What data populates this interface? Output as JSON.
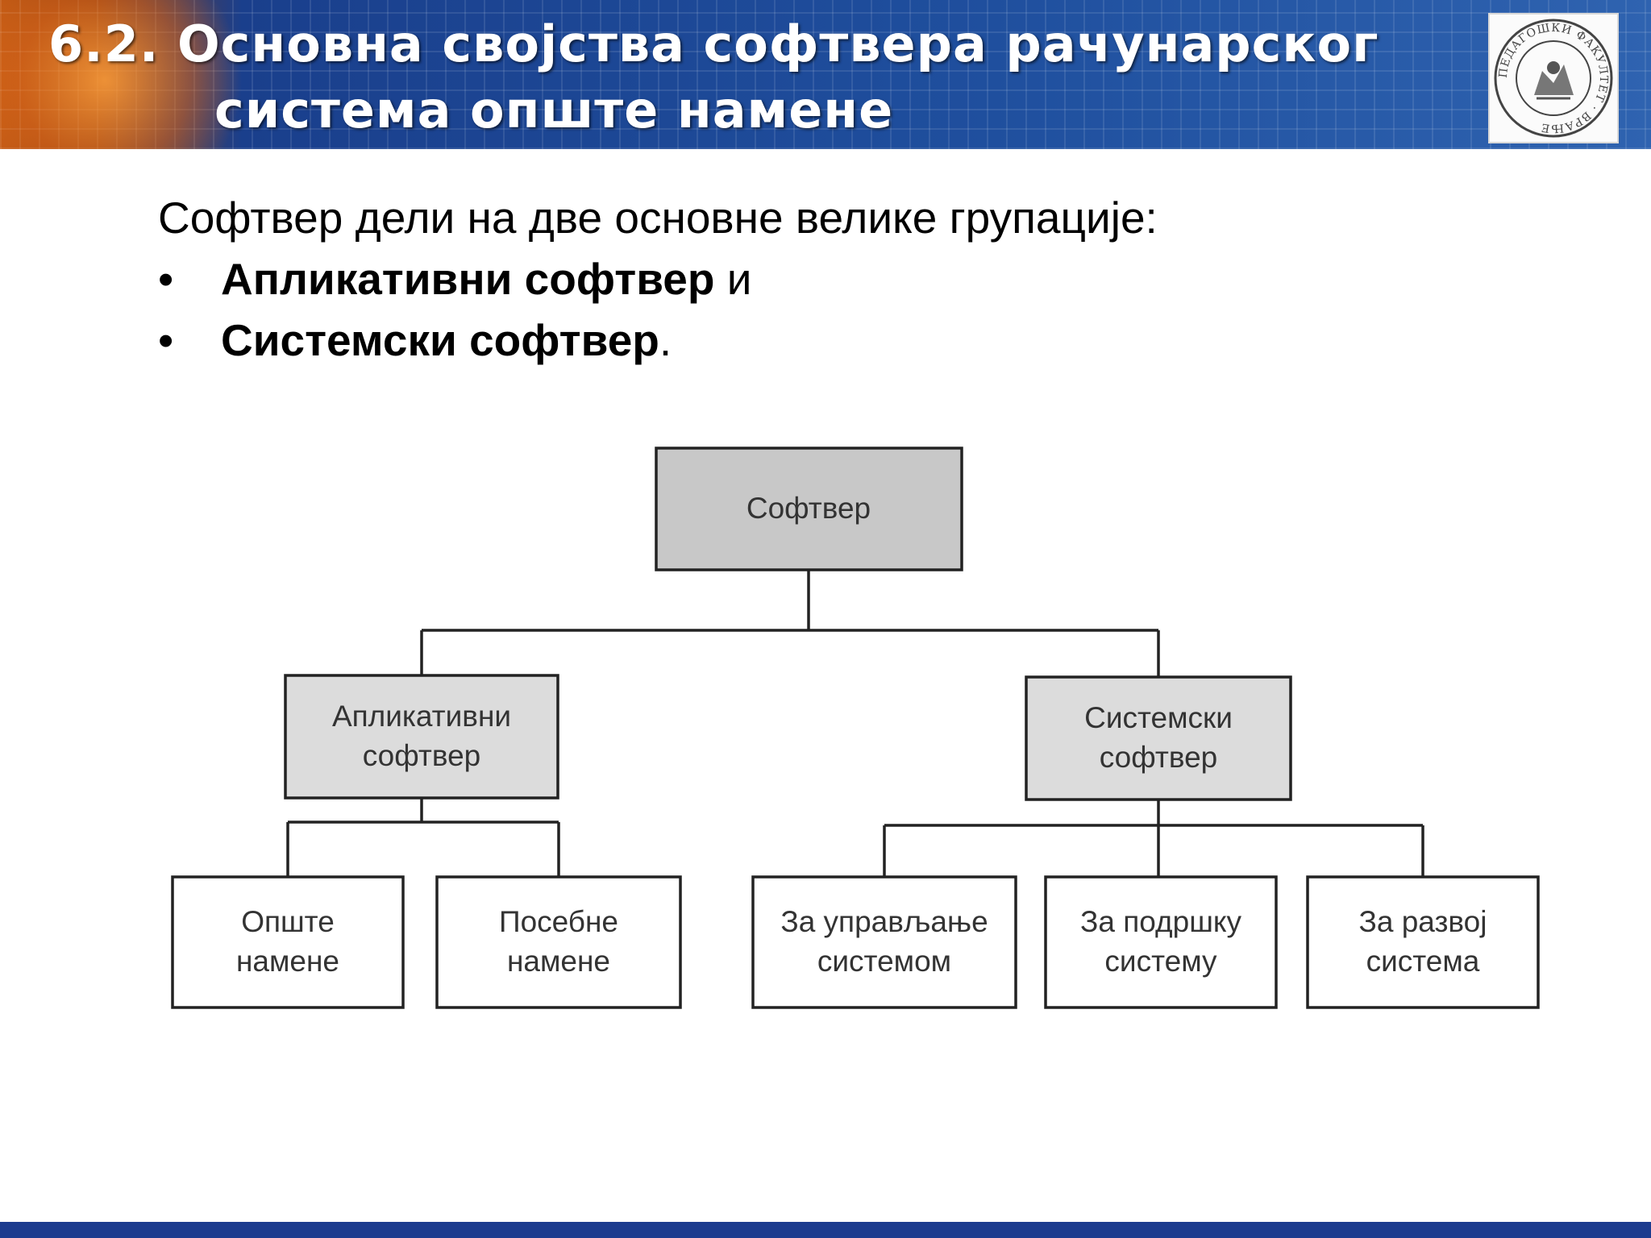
{
  "header": {
    "title_line1": "6.2. Основна својства софтвера рачунарског",
    "title_line2": "система опште намене",
    "seal": {
      "text": "ПЕДАГОШКИ ФАКУЛТЕТ · ВРАЊЕ"
    }
  },
  "intro": {
    "text": "Софтвер дели на две основне велике групације:",
    "bullets": [
      {
        "symbol": "•",
        "bold": "Апликативни софтвер",
        "rest": " и"
      },
      {
        "symbol": "•",
        "bold": "Системски софтвер",
        "rest": "."
      }
    ]
  },
  "diagram": {
    "root": {
      "line1": "Софтвер",
      "line2": ""
    },
    "app": {
      "line1": "Апликативни",
      "line2": "софтвер"
    },
    "sys": {
      "line1": "Системски",
      "line2": "софтвер"
    },
    "leaves": [
      {
        "line1": "Опште",
        "line2": "намене"
      },
      {
        "line1": "Посебне",
        "line2": "намене"
      },
      {
        "line1": "За управљање",
        "line2": "системом"
      },
      {
        "line1": "За подршку",
        "line2": "систему"
      },
      {
        "line1": "За развој",
        "line2": "система"
      }
    ],
    "colors": {
      "root_fill": "#c8c8c8",
      "mid_fill": "#dcdcdc",
      "leaf_fill": "#ffffff",
      "stroke": "#222222"
    }
  }
}
